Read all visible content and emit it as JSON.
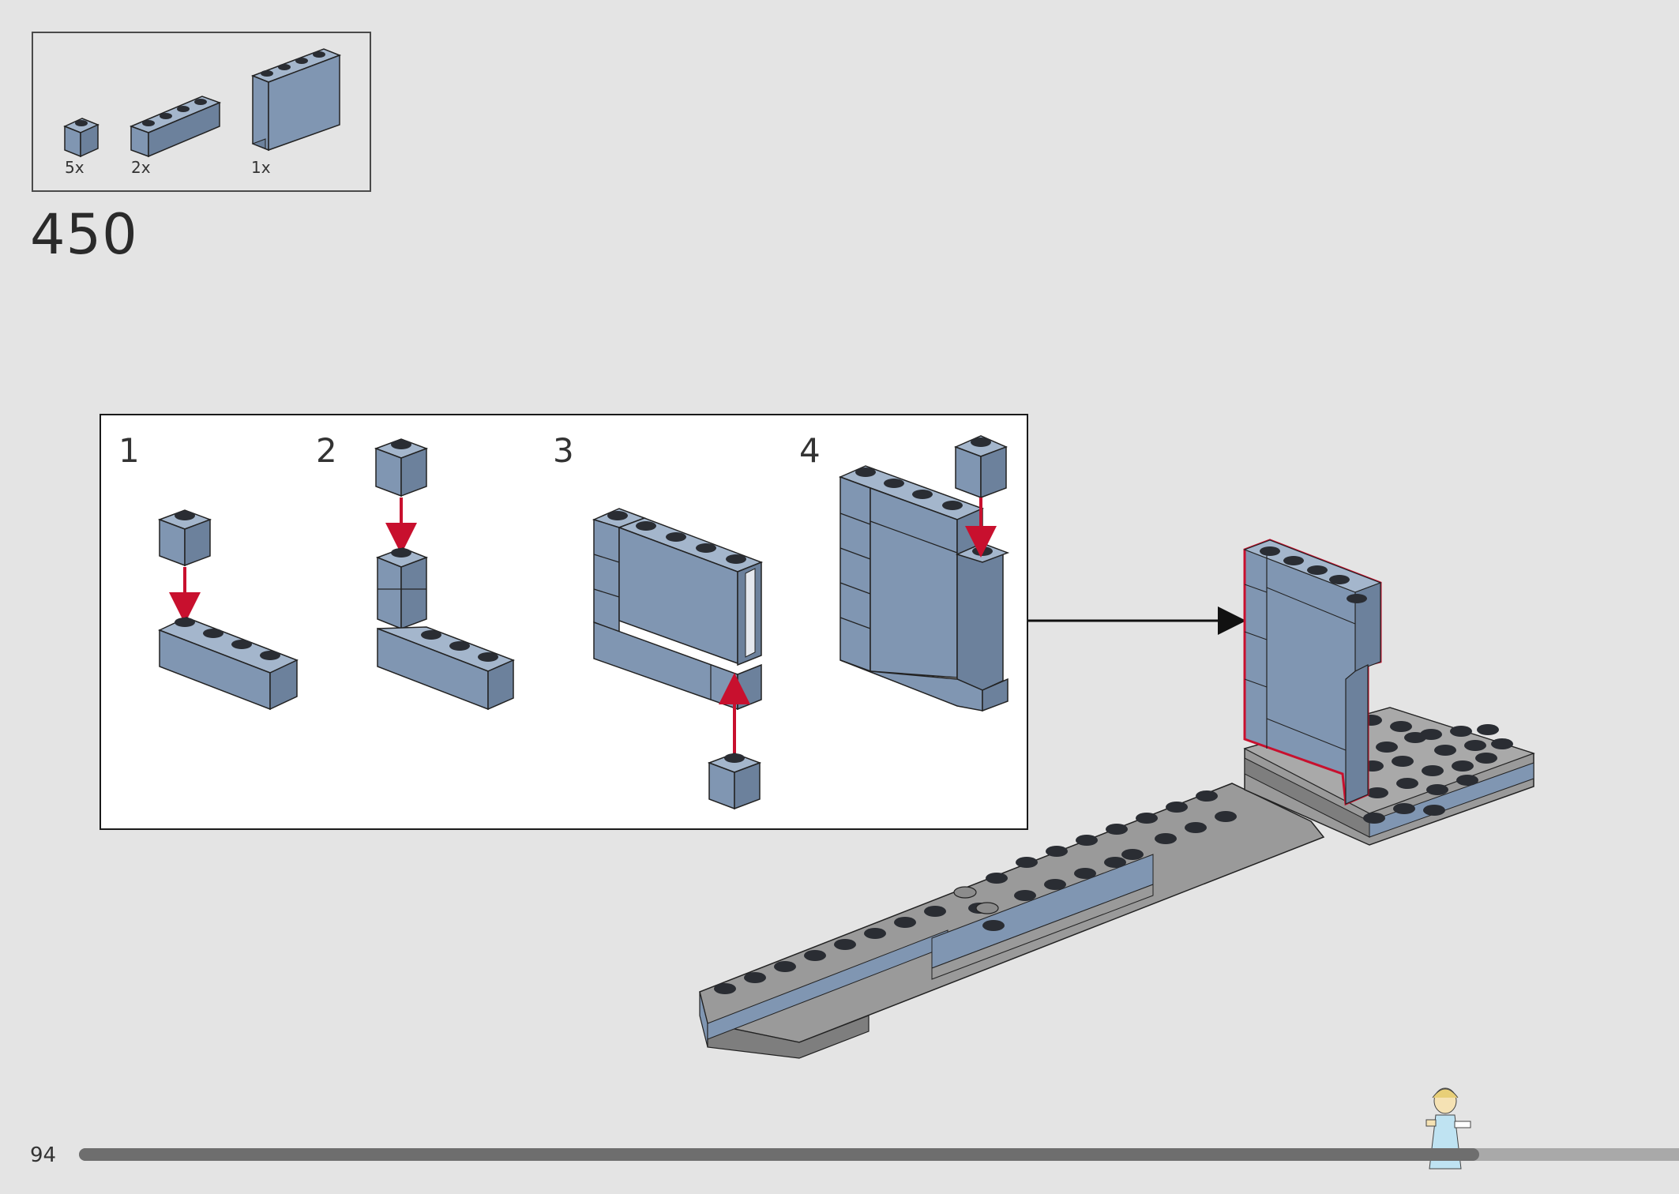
{
  "parts": [
    {
      "quantity": "5x",
      "part": "brick-1x1"
    },
    {
      "quantity": "2x",
      "part": "brick-1x4"
    },
    {
      "quantity": "1x",
      "part": "panel-1x4x3"
    }
  ],
  "step_number": "450",
  "sub_steps": [
    "1",
    "2",
    "3",
    "4"
  ],
  "page_number": "94",
  "progress": 0.875,
  "colors": {
    "background": "#e4e4e4",
    "brick_blue": "#8096b2",
    "brick_blue_dark": "#6c819c",
    "stud_black": "#2a2d33",
    "plate_gray": "#9a9a9a",
    "arrow_red": "#c8102e",
    "callout_arrow": "#111111"
  }
}
